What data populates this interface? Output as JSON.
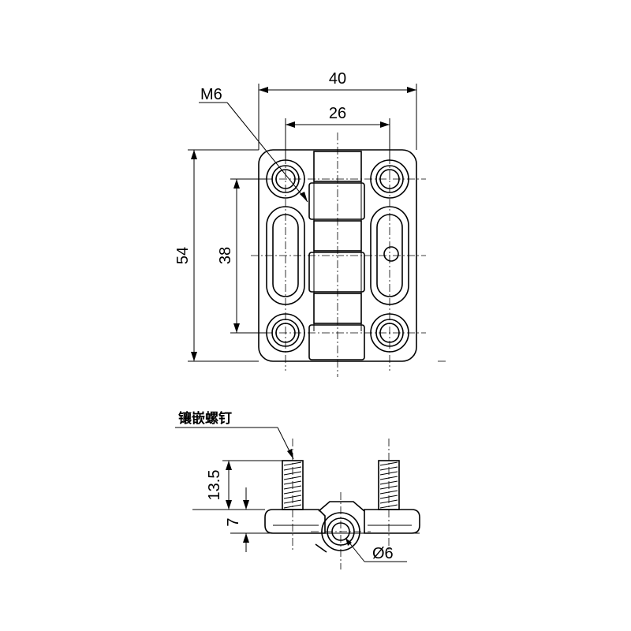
{
  "top_view": {
    "dim_width_outer": "40",
    "dim_width_inner": "26",
    "dim_height_outer": "54",
    "dim_height_inner": "38",
    "thread_callout": "M6"
  },
  "side_view": {
    "dim_screw_length": "13.5",
    "dim_base_height": "7",
    "dim_pin_diameter": "Ø6",
    "insert_screw_label": "镶嵌螺钉"
  }
}
